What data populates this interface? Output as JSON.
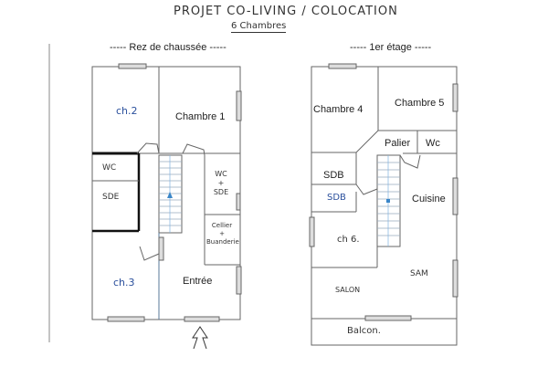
{
  "header": {
    "title": "PROJET CO-LIVING / COLOCATION",
    "subtitle": "6 Chambres"
  },
  "ground_floor": {
    "label": "----- Rez de chaussée -----",
    "rooms": {
      "ch2": "ch.2",
      "chambre1": "Chambre 1",
      "wc": "WC",
      "sde": "SDE",
      "wc_sde_line1": "WC",
      "wc_sde_line2": "+",
      "wc_sde_line3": "SDE",
      "cellier_line1": "Cellier",
      "cellier_line2": "+",
      "cellier_line3": "Buanderie",
      "ch3": "ch.3",
      "entree": "Entrée"
    },
    "entrance_arrow": "entrance-arrow"
  },
  "first_floor": {
    "label": "----- 1er étage -----",
    "rooms": {
      "chambre4": "Chambre 4",
      "chambre5": "Chambre 5",
      "palier": "Palier",
      "wc": "Wc",
      "sdb1": "SDB",
      "sdb2": "SDB",
      "cuisine": "Cuisine",
      "ch6": "ch 6.",
      "sam": "SAM",
      "salon": "SALON",
      "balcon": "Balcon."
    }
  },
  "colors": {
    "line": "#555555",
    "wall_bold": "#111111",
    "stair_blue": "#7fb3e0",
    "arrow_blue": "#3a86c8",
    "handwriting_blue": "#2a4f9c"
  }
}
